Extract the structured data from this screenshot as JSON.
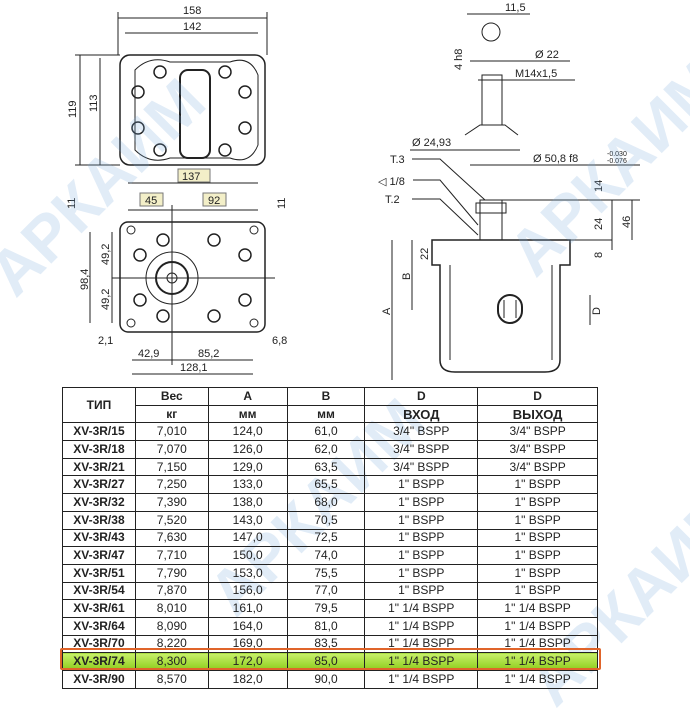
{
  "watermark": "АРКАИМ",
  "drawing": {
    "top_view": {
      "w_outer": "158",
      "w_inner": "142",
      "h_outer": "119",
      "h_inner": "113"
    },
    "front_view": {
      "w_total": "137",
      "w_left": "45",
      "w_right": "92",
      "top_offset_left": "11",
      "top_offset_right": "11",
      "h_total": "98,4",
      "h_upper": "49,2",
      "h_lower": "49,2",
      "off_left": "2,1",
      "off_right": "6,8",
      "d_left": "42,9",
      "d_right": "85,2",
      "d_bottom": "128,1"
    },
    "side_view": {
      "key_width": "11,5",
      "key_height": "4 h8",
      "shaft_dia": "Ø 22",
      "thread": "M14x1,5",
      "pilot_dia": "Ø 24,93",
      "flange_dia": "Ø 50,8 f8",
      "tolerance_upper": "-0.030",
      "tolerance_lower": "-0.076",
      "t3": "T.3",
      "plug": "◁ 1/8",
      "t2": "T.2",
      "dim_14": "14",
      "dim_24": "24",
      "dim_46": "46",
      "dim_8": "8",
      "dim_22": "22",
      "label_a": "A",
      "label_b": "B",
      "label_d": "D"
    }
  },
  "table": {
    "headers": {
      "type": "ТИП",
      "weight": "Вес",
      "weight_unit": "кг",
      "a": "A",
      "a_unit": "мм",
      "b": "B",
      "b_unit": "мм",
      "d_in": "D",
      "d_in_sub": "ВХОД",
      "d_out": "D",
      "d_out_sub": "ВЫХОД"
    },
    "highlight_color": "#8ccc1a",
    "rows": [
      [
        "XV-3R/15",
        "7,010",
        "124,0",
        "61,0",
        "3/4\" BSPP",
        "3/4\" BSPP"
      ],
      [
        "XV-3R/18",
        "7,070",
        "126,0",
        "62,0",
        "3/4\" BSPP",
        "3/4\" BSPP"
      ],
      [
        "XV-3R/21",
        "7,150",
        "129,0",
        "63,5",
        "3/4\" BSPP",
        "3/4\" BSPP"
      ],
      [
        "XV-3R/27",
        "7,250",
        "133,0",
        "65,5",
        "1\" BSPP",
        "1\" BSPP"
      ],
      [
        "XV-3R/32",
        "7,390",
        "138,0",
        "68,0",
        "1\" BSPP",
        "1\" BSPP"
      ],
      [
        "XV-3R/38",
        "7,520",
        "143,0",
        "70,5",
        "1\" BSPP",
        "1\" BSPP"
      ],
      [
        "XV-3R/43",
        "7,630",
        "147,0",
        "72,5",
        "1\" BSPP",
        "1\" BSPP"
      ],
      [
        "XV-3R/47",
        "7,710",
        "150,0",
        "74,0",
        "1\" BSPP",
        "1\" BSPP"
      ],
      [
        "XV-3R/51",
        "7,790",
        "153,0",
        "75,5",
        "1\" BSPP",
        "1\" BSPP"
      ],
      [
        "XV-3R/54",
        "7,870",
        "156,0",
        "77,0",
        "1\" BSPP",
        "1\" BSPP"
      ],
      [
        "XV-3R/61",
        "8,010",
        "161,0",
        "79,5",
        "1\" 1/4 BSPP",
        "1\" 1/4 BSPP"
      ],
      [
        "XV-3R/64",
        "8,090",
        "164,0",
        "81,0",
        "1\" 1/4 BSPP",
        "1\" 1/4 BSPP"
      ],
      [
        "XV-3R/70",
        "8,220",
        "169,0",
        "83,5",
        "1\" 1/4 BSPP",
        "1\" 1/4 BSPP"
      ],
      [
        "XV-3R/74",
        "8,300",
        "172,0",
        "85,0",
        "1\" 1/4 BSPP",
        "1\" 1/4 BSPP"
      ],
      [
        "XV-3R/90",
        "8,570",
        "182,0",
        "90,0",
        "1\" 1/4 BSPP",
        "1\" 1/4 BSPP"
      ]
    ],
    "highlighted_row": 13
  }
}
